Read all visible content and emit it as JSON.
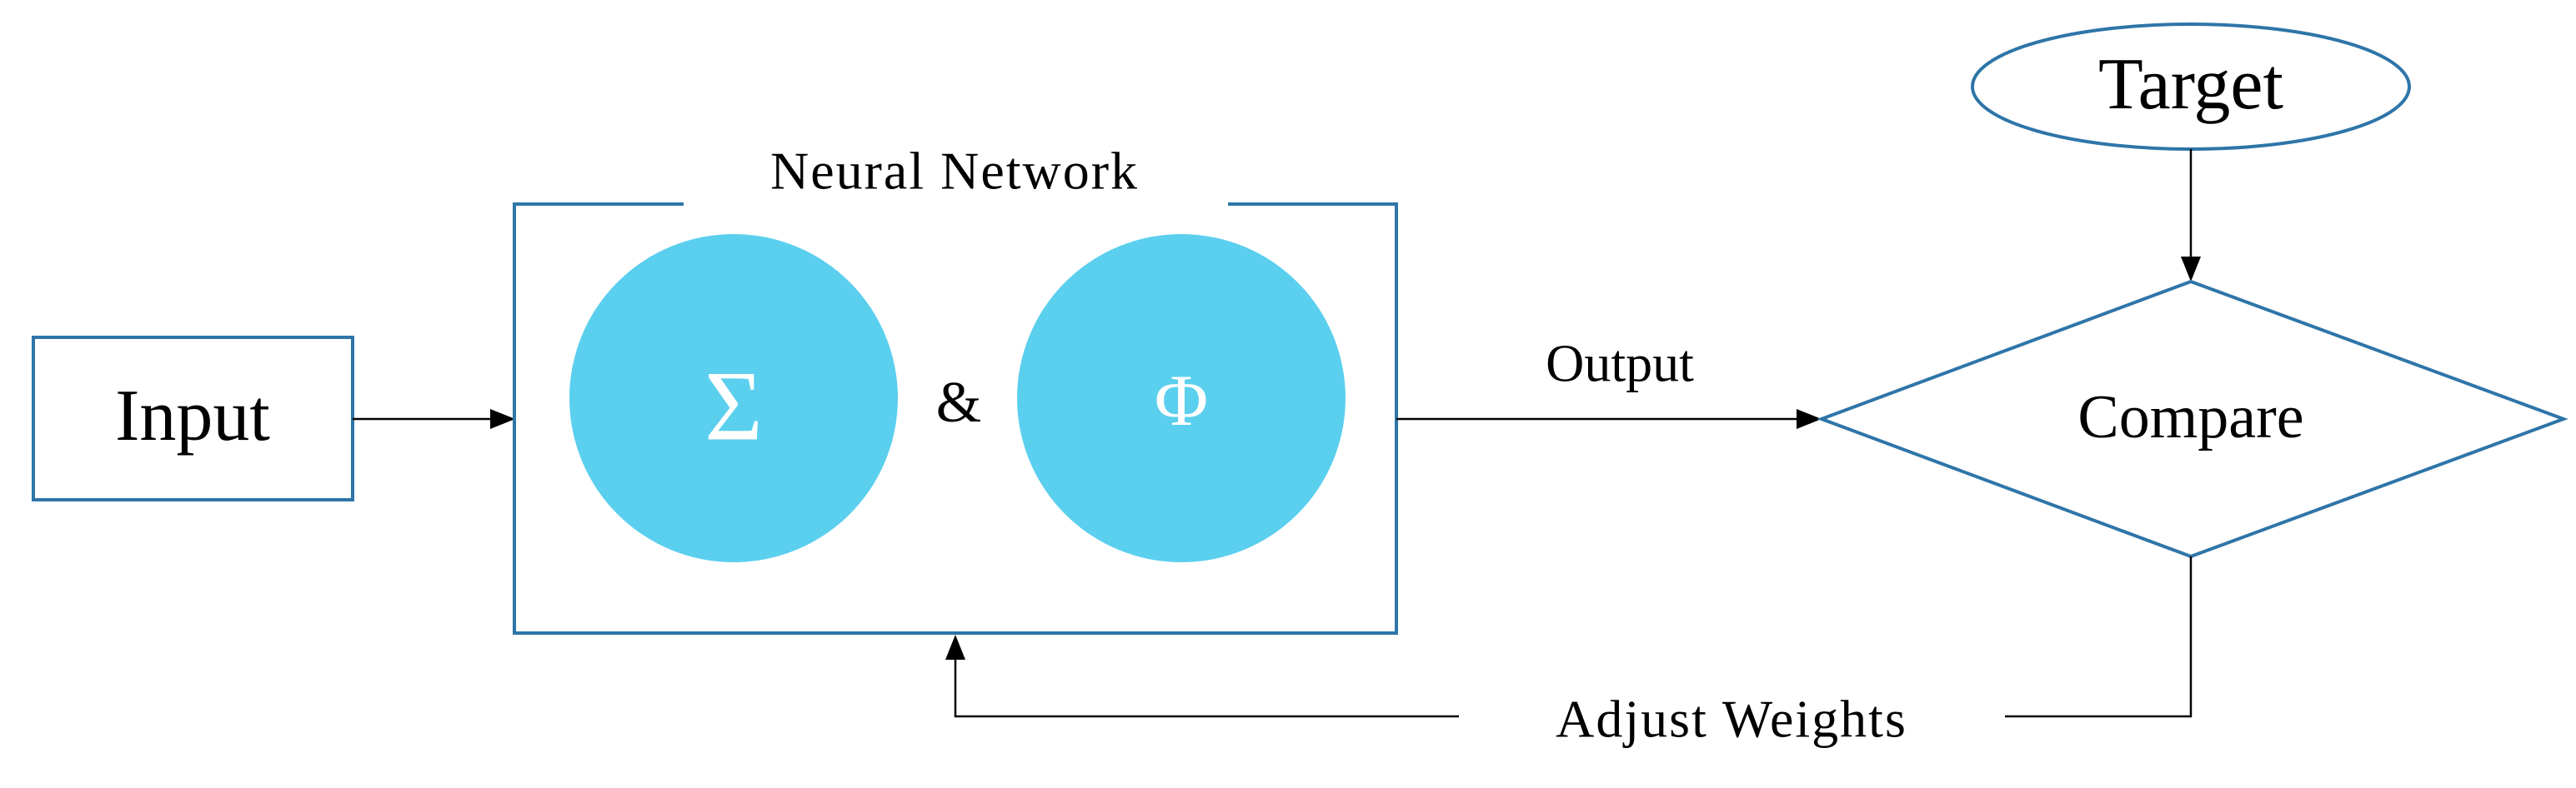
{
  "diagram": {
    "nodes": {
      "input": {
        "label": "Input"
      },
      "network": {
        "label": "Neural Network"
      },
      "sum": {
        "symbol": "Σ"
      },
      "joiner": {
        "label": "&"
      },
      "activation": {
        "symbol": "Φ"
      },
      "target": {
        "label": "Target"
      },
      "compare": {
        "label": "Compare"
      }
    },
    "edges": {
      "output": {
        "label": "Output"
      },
      "feedback": {
        "label": "Adjust Weights"
      }
    },
    "colors": {
      "outline": "#2e75a8",
      "circle_fill": "#5bcfee",
      "symbol_color": "#ffffff",
      "line": "#000000"
    }
  }
}
